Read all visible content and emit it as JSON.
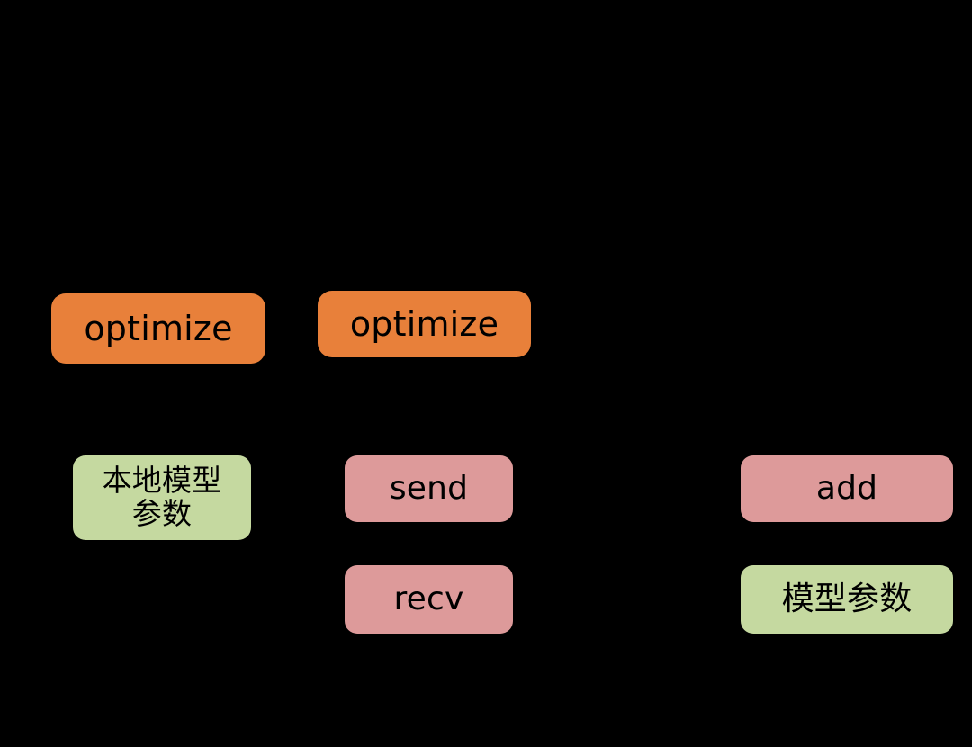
{
  "diagram": {
    "background_color": "#000000",
    "text_color": "#000000",
    "palette": {
      "orange": "#e8803a",
      "pink": "#dd9a9a",
      "green": "#c5d9a0"
    },
    "nodes": [
      {
        "id": "optimize-left",
        "label": "optimize",
        "color": "orange"
      },
      {
        "id": "optimize-right",
        "label": "optimize",
        "color": "orange"
      },
      {
        "id": "local-params",
        "label": "本地模型\n参数",
        "color": "green"
      },
      {
        "id": "send",
        "label": "send",
        "color": "pink"
      },
      {
        "id": "recv",
        "label": "recv",
        "color": "pink"
      },
      {
        "id": "add",
        "label": "add",
        "color": "pink"
      },
      {
        "id": "model-params",
        "label": "模型参数",
        "color": "green"
      }
    ]
  }
}
